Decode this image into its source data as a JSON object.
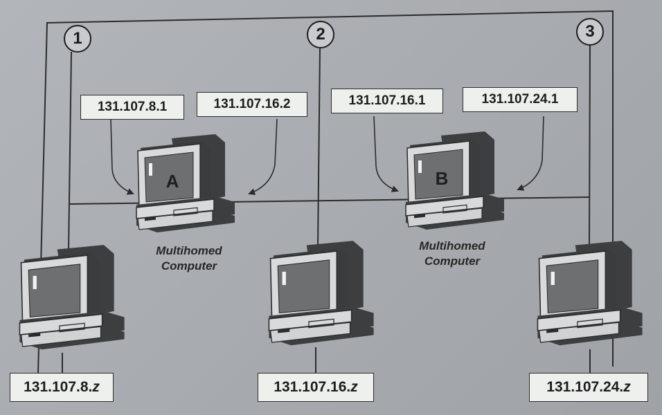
{
  "networks": [
    {
      "number": "1",
      "host_address": {
        "prefix": "131.107.8.",
        "suffix": "z"
      }
    },
    {
      "number": "2",
      "host_address": {
        "prefix": "131.107.16.",
        "suffix": "z"
      }
    },
    {
      "number": "3",
      "host_address": {
        "prefix": "131.107.24.",
        "suffix": "z"
      }
    }
  ],
  "multihomed": [
    {
      "letter": "A",
      "caption_line1": "Multihomed",
      "caption_line2": "Computer",
      "addresses": [
        "131.107.8.1",
        "131.107.16.2"
      ]
    },
    {
      "letter": "B",
      "caption_line1": "Multihomed",
      "caption_line2": "Computer",
      "addresses": [
        "131.107.16.1",
        "131.107.24.1"
      ]
    }
  ],
  "colors": {
    "line": "#2b2b2b",
    "box_fill": "#eef0ee",
    "screen": "#6d6f70",
    "case_light": "#d8dadb",
    "case_shadow": "#3c3e40"
  }
}
